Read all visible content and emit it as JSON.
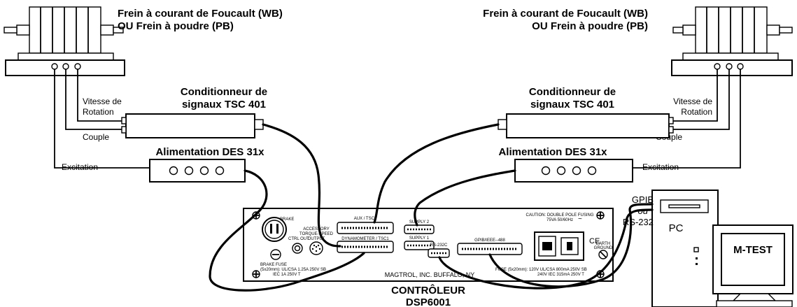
{
  "brake_label_line1": "Frein à courant de Foucault (WB)",
  "brake_label_line2": "OU Frein à poudre (PB)",
  "conditioner_line1": "Conditionneur de",
  "conditioner_line2": "signaux TSC 401",
  "speed_line1": "Vitesse de",
  "speed_line2": "Rotation",
  "torque_label": "Couple",
  "excitation_label": "Excitation",
  "power_supply_label": "Alimentation DES 31x",
  "controller_line1": "CONTRÔLEUR",
  "controller_line2": "DSP6001",
  "gpib_label": "GPIB",
  "or_label": "ou",
  "rs232_label": "RS-232",
  "pc_label": "PC",
  "software_label": "M-TEST",
  "panel": {
    "brake": "BRAKE",
    "ctrl_out": "CTRL OUT",
    "accessory_line1": "ACCESSORY",
    "accessory_line2": "TORQUE-SPEED",
    "accessory_line3": "OUTPUT",
    "aux_tsc2": "AUX / TSC2",
    "dyn_tsc1": "DYNAMOMETER / TSC1",
    "supply2": "SUPPLY 2",
    "supply1": "SUPPLY 1",
    "rs232c": "RS-232C",
    "gpib_ieee": "GPIB/IEEE--488",
    "caution_line1": "CAUTION:  DOUBLE POLE FUSING",
    "caution_line2": "75VA  50/60Hz",
    "earth_line1": "EARTH",
    "earth_line2": "GROUND",
    "brake_fuse": "BRAKE FUSE",
    "fuse_left_line1": "(5x20mm):  UL/CSA   1.25A   250V   SB",
    "fuse_left_line2": "IEC   1A    250V    T",
    "maker": "MAGTROL, INC.   BUFFALO, NY",
    "fuse_right_line1": "FUSE  (5x20mm):  120V   UL/CSA   800mA   250V   SB",
    "fuse_right_line2": "240V   IEC   315mA   250V   T",
    "ce_mark": "CE"
  },
  "brake_connector_count": 3,
  "supply_terminal_count": 4
}
